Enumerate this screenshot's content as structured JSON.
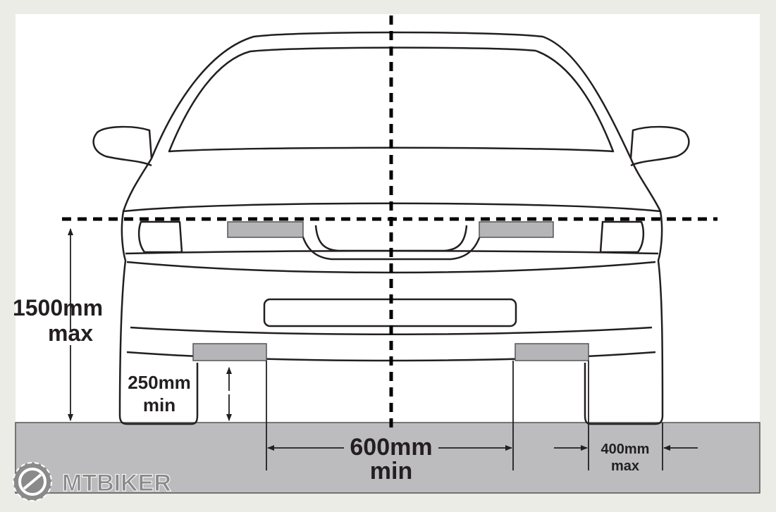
{
  "diagram": {
    "labels": {
      "height_max_value": "1500mm",
      "height_max_qualifier": "max",
      "height_min_value": "250mm",
      "height_min_qualifier": "min",
      "spacing_min_value": "600mm",
      "spacing_min_qualifier": "min",
      "edge_max_value": "400mm",
      "edge_max_qualifier": "max"
    },
    "colors": {
      "background": "#ecece6",
      "panel": "#ffffff",
      "ground": "#bcbcbf",
      "lamp": "#b5b5b8",
      "line": "#231f20"
    }
  },
  "watermark": {
    "text": "MTBIKER"
  }
}
